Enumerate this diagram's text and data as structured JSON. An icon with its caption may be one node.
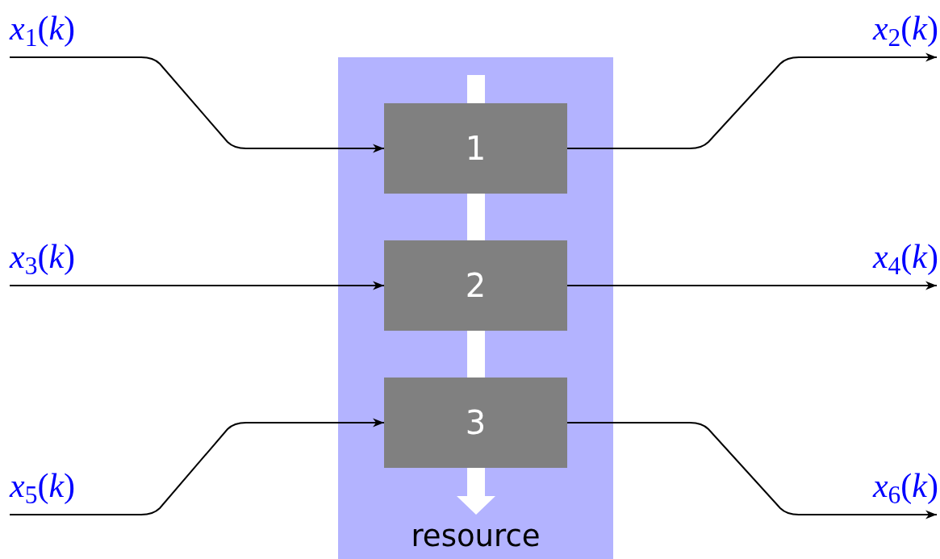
{
  "diagram": {
    "nodes": [
      {
        "text": [
          "*x*$_{1}$(*k*)"
        ]
      },
      {
        "text": [
          "*x*$_{2}$(*k*)"
        ]
      },
      {
        "text": [
          "resource"
        ]
      },
      {
        "text": [
          "1"
        ],
        "in": 2
      },
      {
        "text": [
          "2"
        ],
        "in": 2
      },
      {
        "text": [
          "3"
        ],
        "in": 2
      },
      {
        "text": [
          "*x*$_{3}$(*k*)"
        ]
      },
      {
        "text": [
          "*x*$_{4}$(*k*)"
        ]
      },
      {
        "text": [
          "*x*$_{5}$(*k*)"
        ]
      },
      {
        "text": [
          "*x*$_{6}$(*k*)"
        ]
      }
    ],
    "edges": [
      {
        "from": 0,
        "to": 3,
        "arrow": "to"
      },
      {
        "from": 3,
        "to": 1,
        "arrow": "to"
      },
      {
        "from": 6,
        "to": 4,
        "arrow": "to"
      },
      {
        "from": 4,
        "to": 7,
        "arrow": "to"
      },
      {
        "from": 8,
        "to": 5,
        "arrow": "to"
      },
      {
        "from": 5,
        "to": 9,
        "arrow": "to"
      }
    ]
  }
}
